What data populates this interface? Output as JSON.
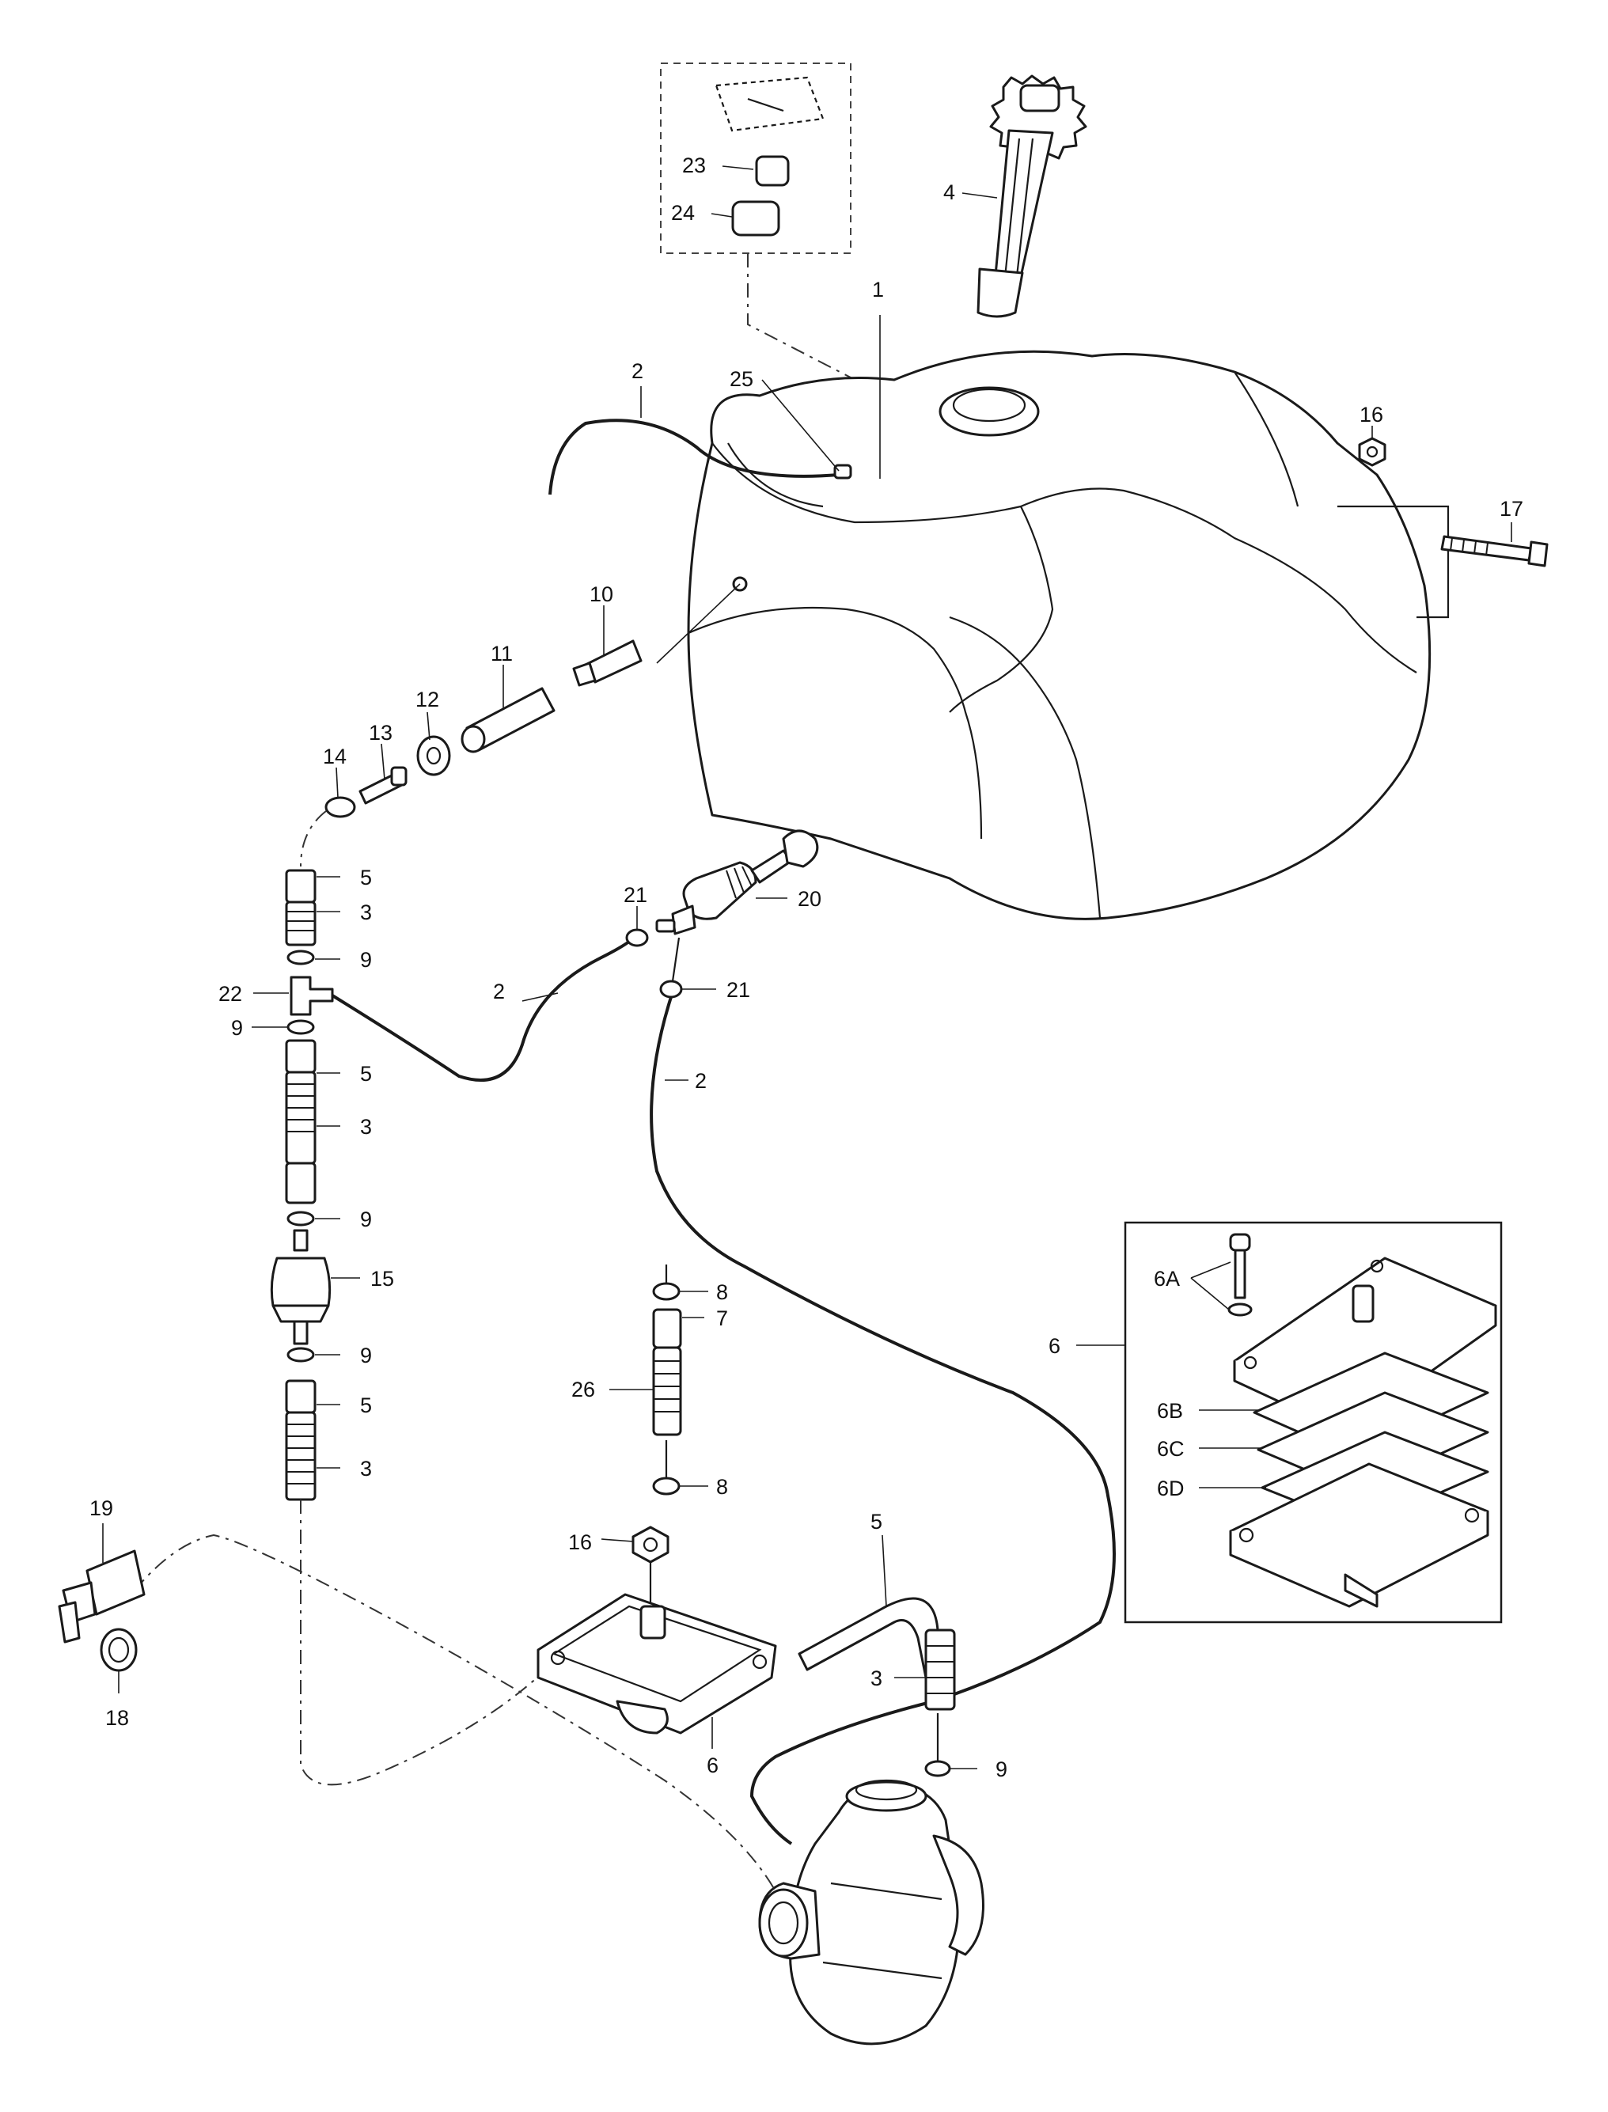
{
  "callouts": {
    "c1": "1",
    "c2a": "2",
    "c2b": "2",
    "c2c": "2",
    "c3a": "3",
    "c3b": "3",
    "c3c": "3",
    "c3d": "3",
    "c4": "4",
    "c5a": "5",
    "c5b": "5",
    "c5c": "5",
    "c5d": "5",
    "c6a": "6",
    "c6b": "6",
    "c6A": "6A",
    "c6B": "6B",
    "c6C": "6C",
    "c6D": "6D",
    "c7": "7",
    "c8a": "8",
    "c8b": "8",
    "c9a": "9",
    "c9b": "9",
    "c9c": "9",
    "c9d": "9",
    "c9e": "9",
    "c10": "10",
    "c11": "11",
    "c12": "12",
    "c13": "13",
    "c14": "14",
    "c15": "15",
    "c16a": "16",
    "c16b": "16",
    "c17": "17",
    "c18": "18",
    "c19": "19",
    "c20": "20",
    "c21a": "21",
    "c21b": "21",
    "c22": "22",
    "c23": "23",
    "c24": "24",
    "c25": "25",
    "c26": "26"
  }
}
